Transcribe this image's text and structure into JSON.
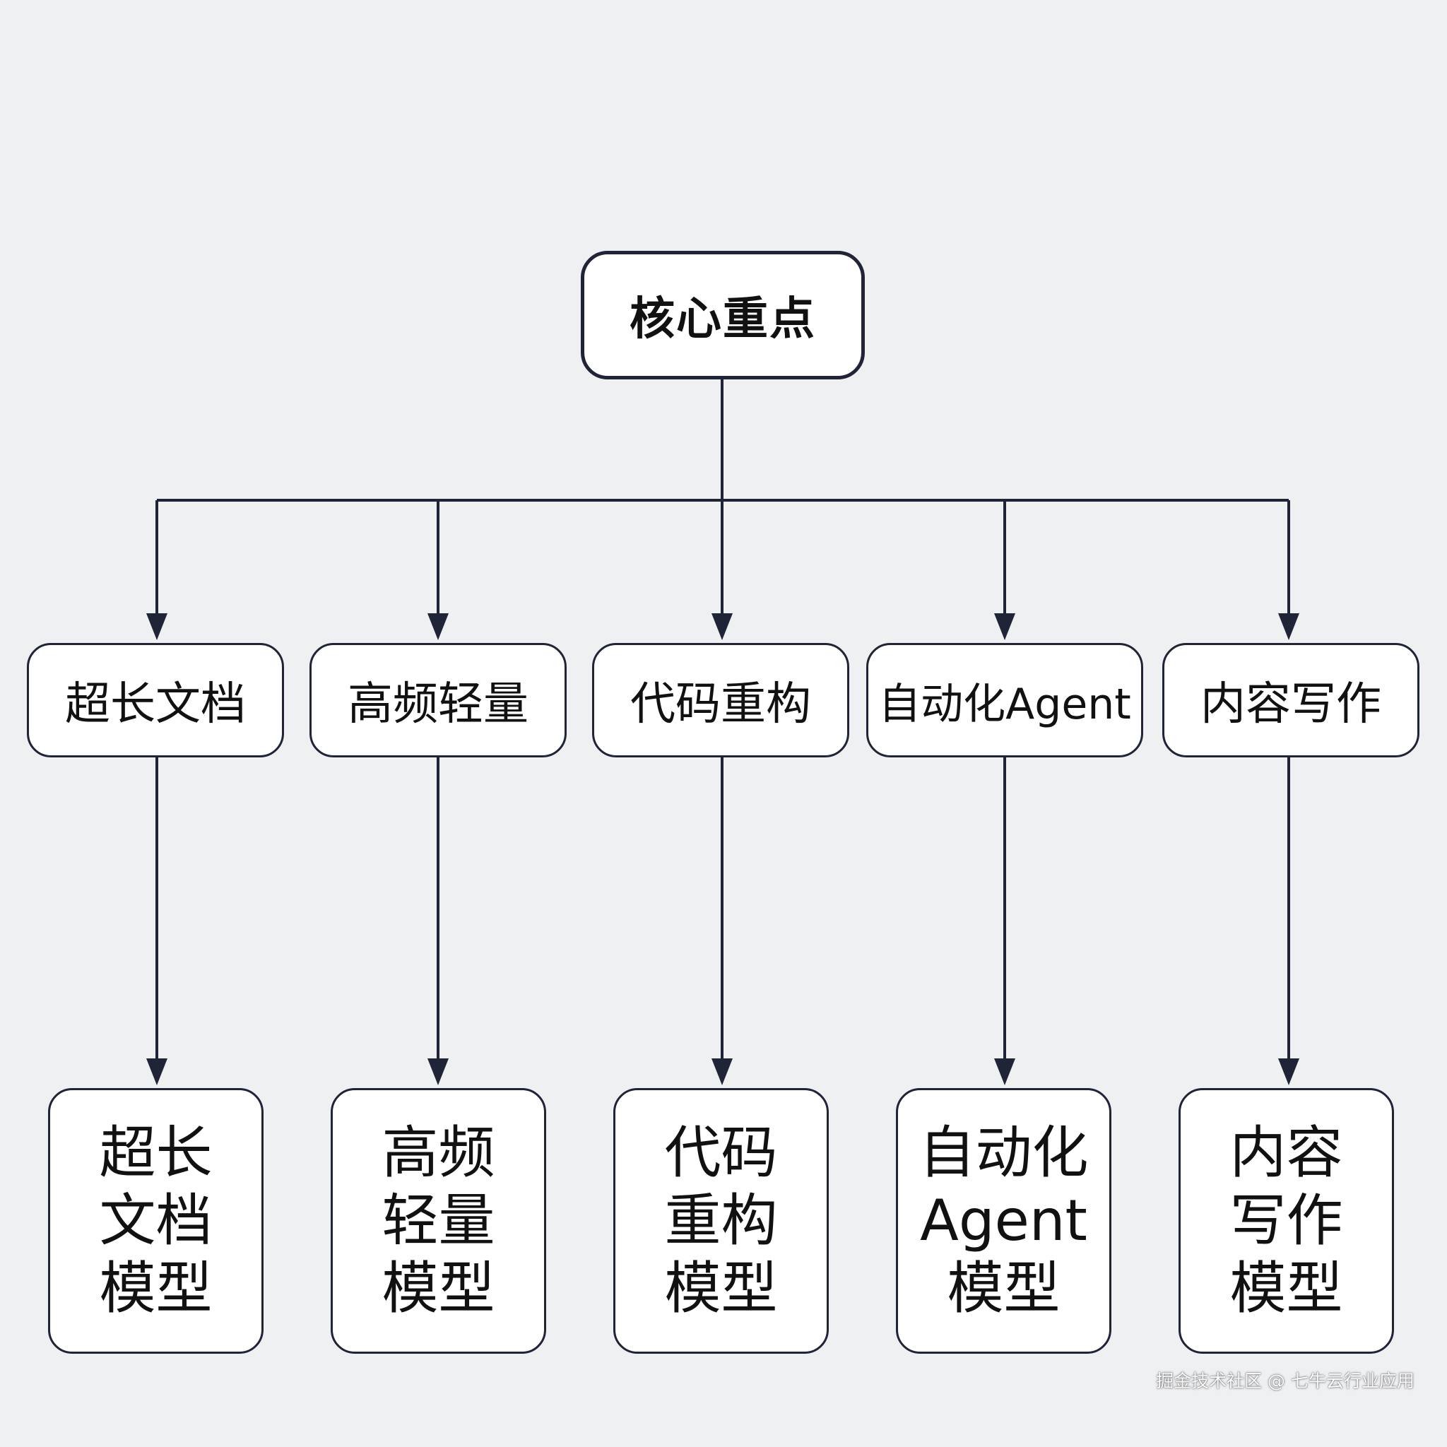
{
  "root": {
    "label": "核心重点"
  },
  "categories": [
    {
      "label": "超长文档",
      "model_lines": [
        "超长",
        "文档",
        "模型"
      ]
    },
    {
      "label": "高频轻量",
      "model_lines": [
        "高频",
        "轻量",
        "模型"
      ]
    },
    {
      "label": "代码重构",
      "model_lines": [
        "代码",
        "重构",
        "模型"
      ]
    },
    {
      "label": "自动化Agent",
      "model_lines": [
        "自动化",
        "Agent",
        "模型"
      ]
    },
    {
      "label": "内容写作",
      "model_lines": [
        "内容",
        "写作",
        "模型"
      ]
    }
  ],
  "watermark": "掘金技术社区 @ 七牛云行业应用",
  "colors": {
    "background": "#eff0f2",
    "stroke": "#1f2436",
    "node_fill": "#ffffff"
  }
}
